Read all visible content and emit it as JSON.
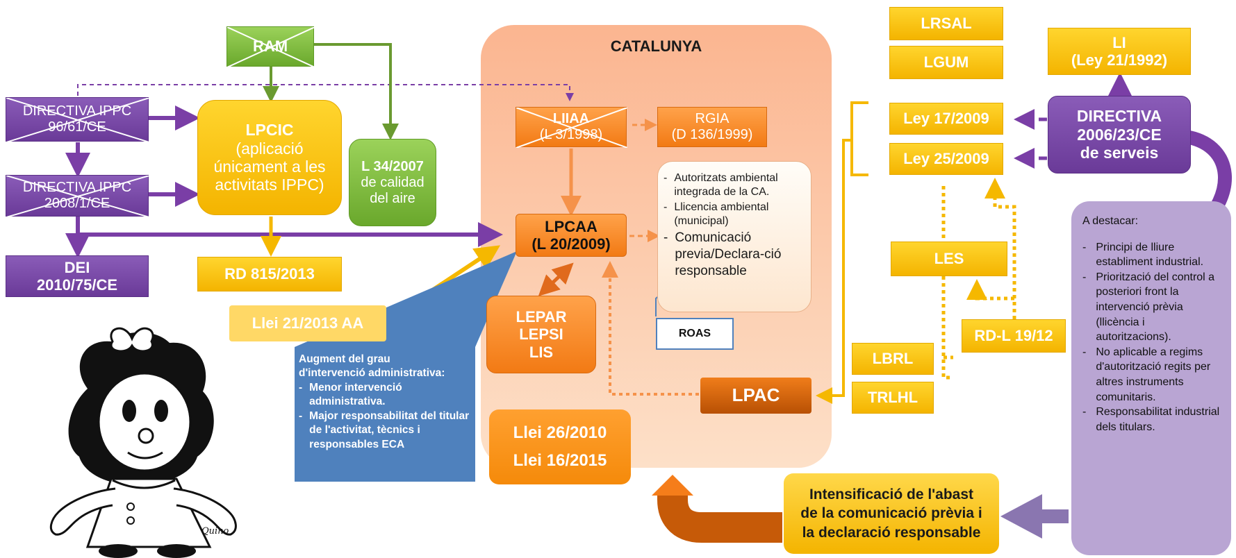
{
  "catalunya": {
    "title": "CATALUNYA"
  },
  "left": {
    "ram": "RAM",
    "ippc96": [
      "DIRECTIVA IPPC",
      "96/61/CE"
    ],
    "ippc2008": [
      "DIRECTIVA IPPC",
      "2008/1/CE"
    ],
    "dei": [
      "DEI",
      "2010/75/CE"
    ],
    "lpcic": [
      "LPCIC",
      "(aplicació",
      "únicament a les",
      "activitats IPPC)"
    ],
    "l34": [
      "L 34/2007",
      "de calidad",
      "del aire"
    ],
    "rd815": "RD 815/2013",
    "llei21aa": "Llei 21/2013 AA"
  },
  "center": {
    "liiaa": [
      "LIIAA",
      "(L 3/1998)"
    ],
    "rgia": [
      "RGIA",
      "(D 136/1999)"
    ],
    "lpcaa": [
      "LPCAA",
      "(L 20/2009)"
    ],
    "regimes": {
      "items": [
        "Autoritzats ambiental integrada de la CA.",
        "Llicencia ambiental (municipal)",
        "Comunicació previa/Declara-ció responsable"
      ]
    },
    "roas": "ROAS",
    "lepar": [
      "LEPAR",
      "LEPSI",
      "LIS"
    ],
    "lpac": "LPAC",
    "llei26": [
      "Llei 26/2010",
      "Llei 16/2015"
    ]
  },
  "blue_note": {
    "heading": [
      "Augment del grau",
      "d'intervenció administrativa:"
    ],
    "items": [
      "Menor intervenció administrativa.",
      "Major responsabilitat del titular de l'activitat, tècnics i responsables ECA"
    ]
  },
  "right": {
    "lrsal": "LRSAL",
    "lgum": "LGUM",
    "li": [
      "LI",
      "(Ley 21/1992)"
    ],
    "ley17": "Ley 17/2009",
    "ley25": "Ley 25/2009",
    "directiva": [
      "DIRECTIVA",
      "2006/23/CE",
      "de serveis"
    ],
    "les": "LES",
    "rdl": "RD-L 19/12",
    "lbrl": "LBRL",
    "trlhl": "TRLHL"
  },
  "destacar": {
    "heading": "A destacar:",
    "items": [
      "Principi de lliure establiment industrial.",
      "Priorització del control a posteriori front la intervenció prèvia (llicència i autoritzacions).",
      "No aplicable a regims d'autorització regits per altres instruments comunitaris.",
      "Responsabilitat industrial dels titulars."
    ]
  },
  "intensificacio": [
    "Intensificació de l'abast",
    "de la comunicació prèvia i",
    "la declaració responsable"
  ],
  "signature": "Quino",
  "colors": {
    "purple": "#7a4aa8",
    "yellow": "#f9c20a",
    "green": "#7cb83a",
    "orange": "#f58a2a",
    "blue": "#4f81bd"
  }
}
